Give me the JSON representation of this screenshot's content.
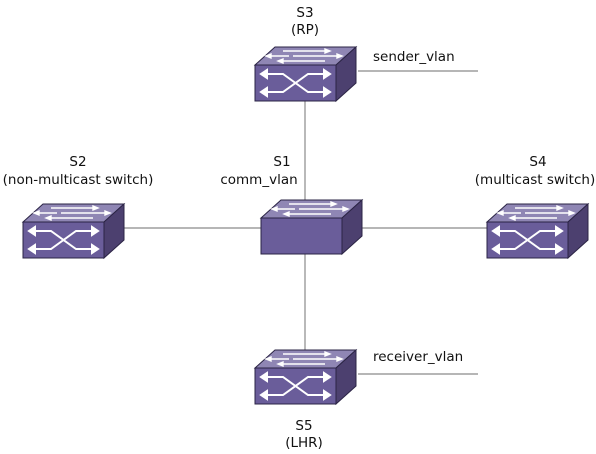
{
  "colors": {
    "switch_top": "#8f86b4",
    "switch_front": "#6a5d9a",
    "switch_side": "#4c406f",
    "outline": "#2b2445",
    "link": "#8a8a8a",
    "arrow": "#ffffff",
    "text": "#111111"
  },
  "switches": {
    "s3": {
      "name": "S3",
      "role": "(RP)",
      "icon": "crossing-arrows-switch-icon"
    },
    "s1": {
      "name": "S1",
      "role": "comm_vlan",
      "icon": "plain-switch-icon"
    },
    "s2": {
      "name": "S2",
      "role": "(non-multicast switch)",
      "icon": "crossing-arrows-switch-icon"
    },
    "s4": {
      "name": "S4",
      "role": "(multicast switch)",
      "icon": "crossing-arrows-switch-icon"
    },
    "s5": {
      "name": "S5",
      "role": "(LHR)",
      "icon": "crossing-arrows-switch-icon"
    }
  },
  "vlans": {
    "sender": "sender_vlan",
    "receiver": "receiver_vlan"
  }
}
